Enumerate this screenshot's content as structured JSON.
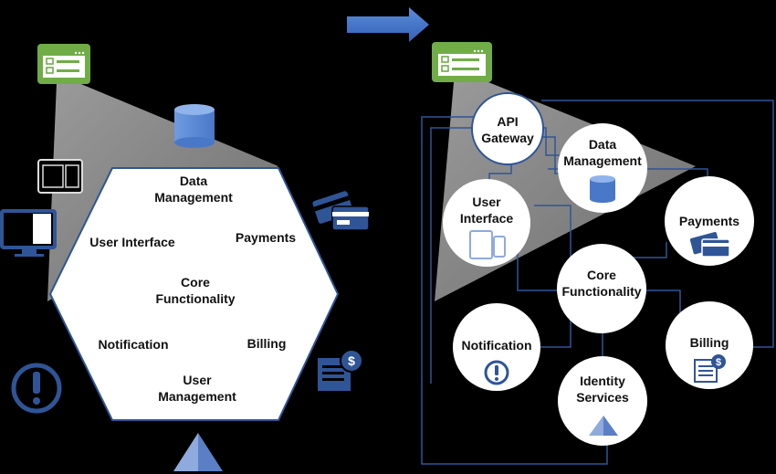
{
  "monolith": {
    "labels": {
      "data_management": "Data\nManagement",
      "user_interface": "User Interface",
      "payments": "Payments",
      "core_functionality": "Core\nFunctionality",
      "notification": "Notification",
      "billing": "Billing",
      "user_management": "User\nManagement"
    }
  },
  "microservices": {
    "api_gateway": "API\nGateway",
    "data_management": "Data\nManagement",
    "user_interface": "User\nInterface",
    "payments": "Payments",
    "core_functionality": "Core\nFunctionality",
    "notification": "Notification",
    "billing": "Billing",
    "identity_services": "Identity\nServices"
  },
  "colors": {
    "background": "#000000",
    "accent_blue": "#4472c4",
    "icon_blue": "#2f5597",
    "green_browser": "#70ad47",
    "connector": "#2f5597",
    "light_cone": "#808080",
    "hexagon_border": "#2f5597"
  },
  "icons": [
    "browser-window-icon",
    "database-icon",
    "devices-icon",
    "desktop-monitor-icon",
    "credit-cards-icon",
    "invoice-dollar-icon",
    "alert-exclamation-icon",
    "pyramid-icon",
    "arrow-right-icon"
  ]
}
